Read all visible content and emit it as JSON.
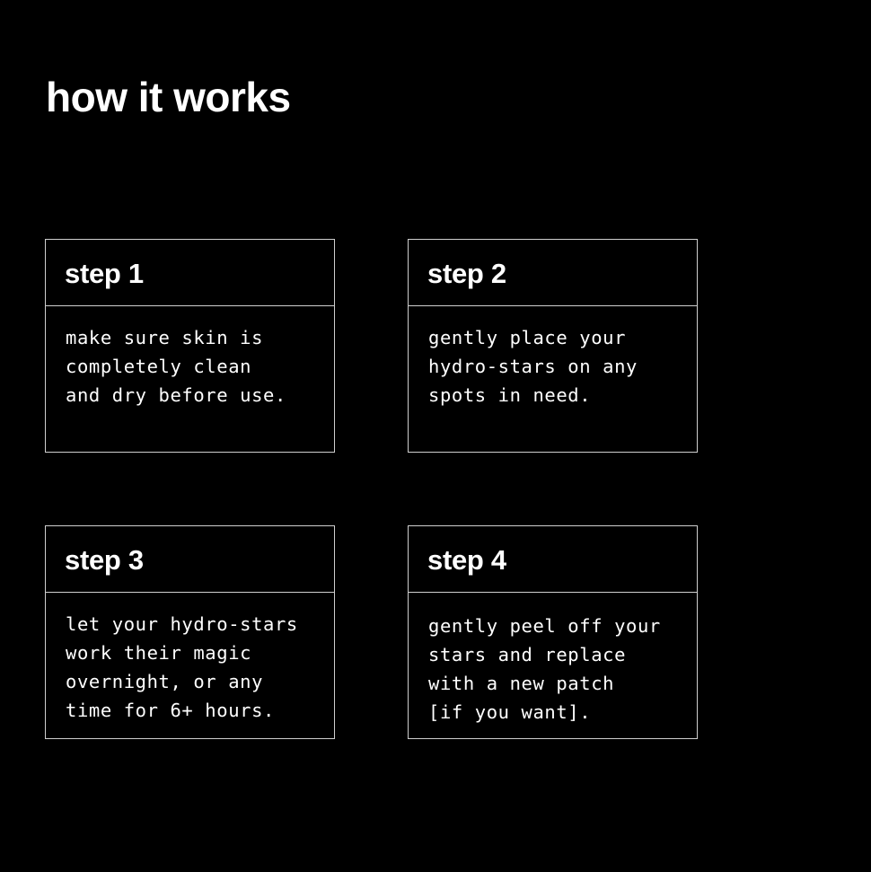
{
  "page": {
    "title": "how it works",
    "colors": {
      "background": "#000000",
      "text": "#ffffff",
      "border": "#cfcfcf"
    }
  },
  "steps": [
    {
      "title": "step 1",
      "text": "make sure skin is\ncompletely clean\nand dry before use."
    },
    {
      "title": "step 2",
      "text": "gently place your\nhydro-stars on any\nspots in need."
    },
    {
      "title": "step 3",
      "text": "let your hydro-stars\nwork their magic\novernight, or any\ntime for 6+ hours."
    },
    {
      "title": "step 4",
      "text": "gently peel off your\nstars and replace\nwith a new patch\n[if you want]."
    }
  ]
}
